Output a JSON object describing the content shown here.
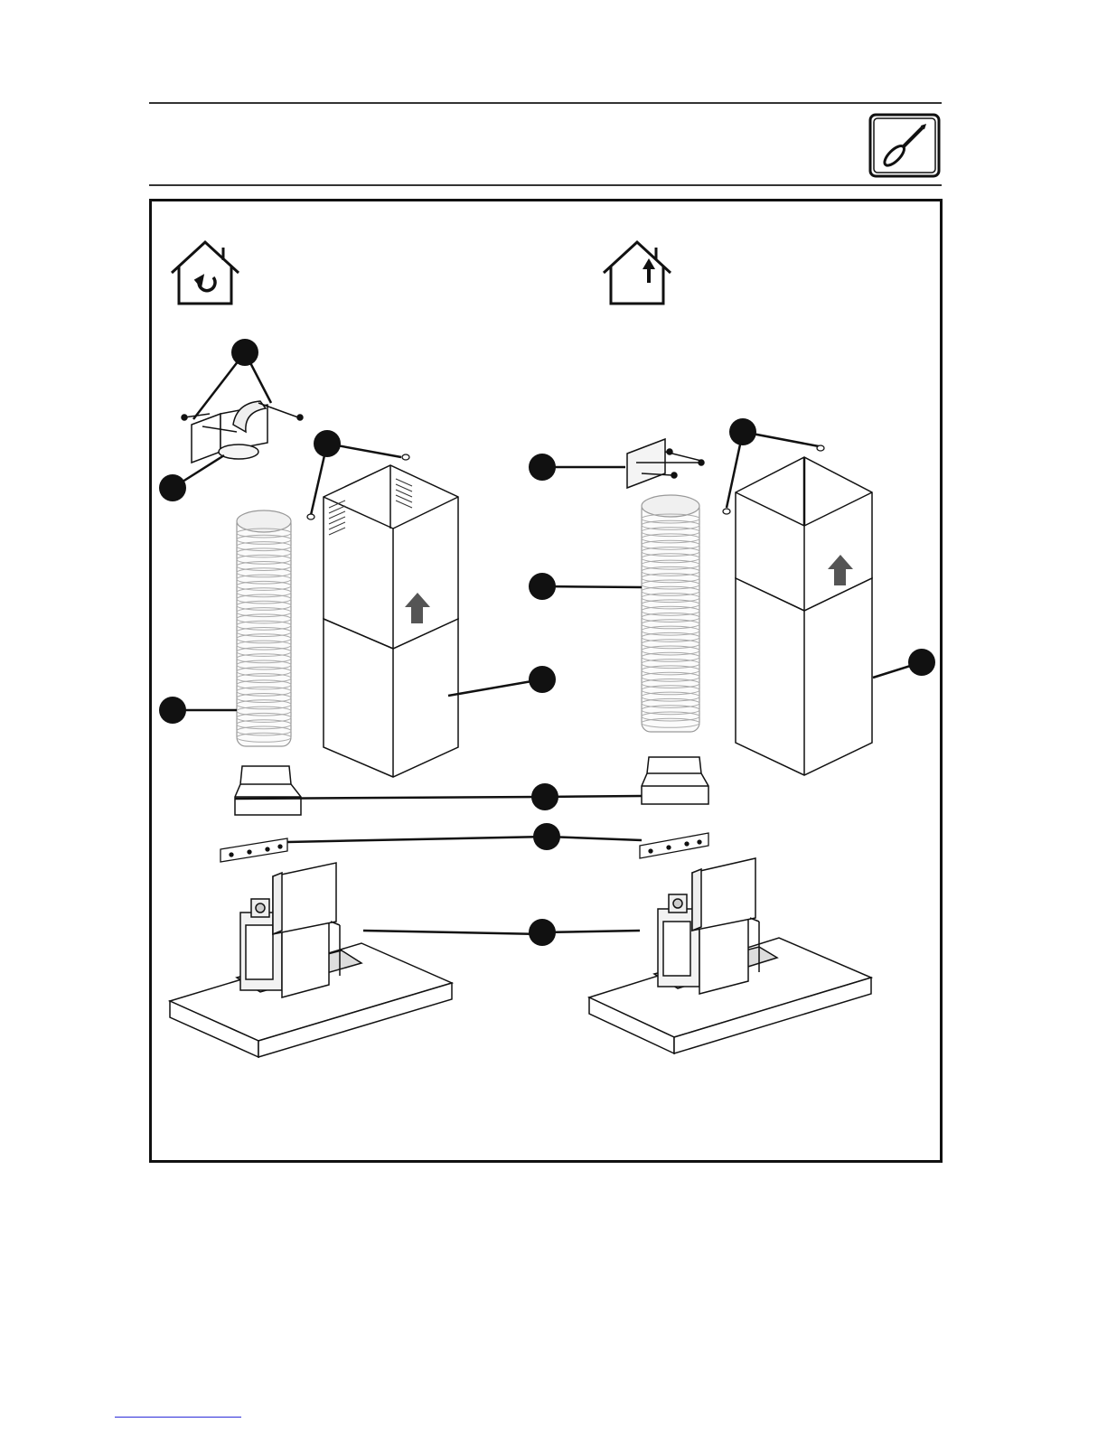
{
  "header": {
    "title": "",
    "tool_icon": "screwdriver-icon"
  },
  "modes": [
    {
      "name": "recirculating",
      "icon": "house-recirculation-icon"
    },
    {
      "name": "ducted-exhaust",
      "icon": "house-exhaust-icon"
    }
  ],
  "parts": {
    "left": [
      "deflector-bracket",
      "flexible-duct",
      "upper-chimney",
      "lower-chimney",
      "duct-adapter",
      "chimney-bracket",
      "hood-body"
    ],
    "right": [
      "wall-bracket",
      "flexible-duct",
      "upper-chimney",
      "lower-chimney",
      "duct-adapter",
      "chimney-bracket",
      "hood-body"
    ]
  },
  "colors": {
    "line": "#111111",
    "callout": "#111111",
    "arrow": "#555555",
    "footer_link": "#2b2bd9"
  }
}
